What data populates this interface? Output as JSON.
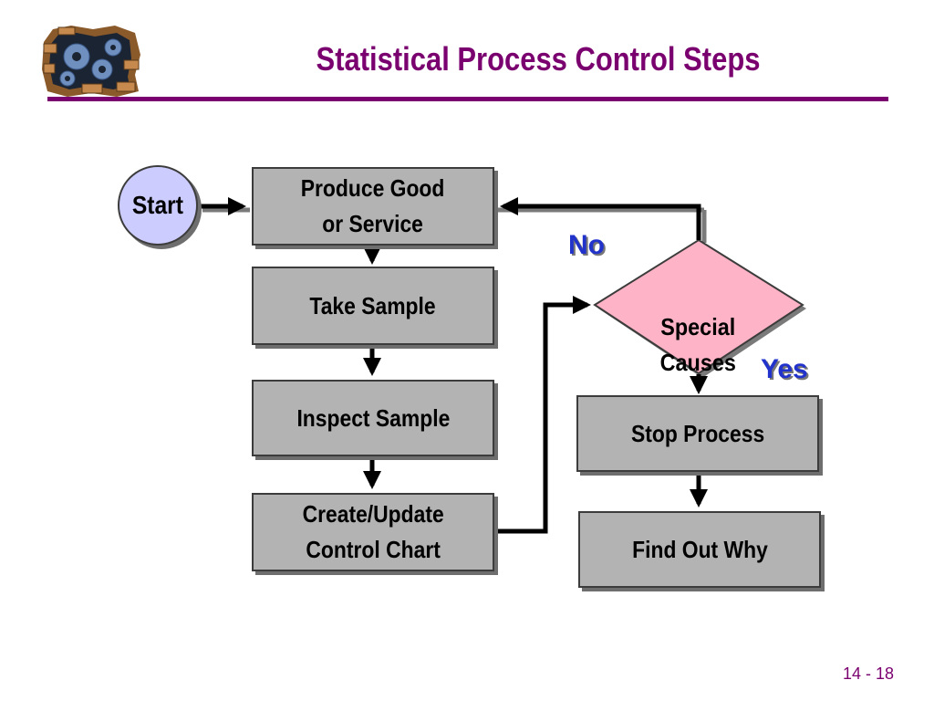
{
  "slide": {
    "title": "Statistical Process Control Steps",
    "page_number": "14 - 18",
    "logo_icon": "gears-in-brick-wall-icon"
  },
  "flowchart": {
    "start": "Start",
    "produce": "Produce Good\nor Service",
    "take_sample": "Take Sample",
    "inspect_sample": "Inspect Sample",
    "create_update": "Create/Update\nControl Chart",
    "decision": "Special\nCauses",
    "no_label": "No",
    "yes_label": "Yes",
    "stop_process": "Stop Process",
    "find_out_why": "Find Out Why"
  },
  "colors": {
    "title": "#7a006f",
    "box_fill": "#b3b3b3",
    "start_fill": "#ccccff",
    "decision_fill": "#ffb3c6",
    "label_blue": "#2233cc"
  }
}
